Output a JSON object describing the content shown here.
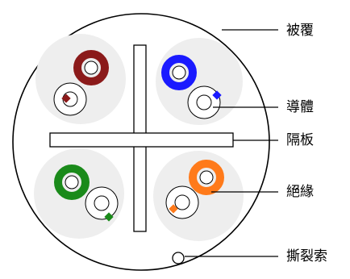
{
  "labels": {
    "jacket": "被覆",
    "conductor": "導體",
    "separator": "隔板",
    "insulation": "絕緣",
    "ripcord": "撕裂索"
  },
  "colors": {
    "brown": "#8b1a1a",
    "blue": "#1a1aff",
    "green": "#1a8a1a",
    "orange": "#ff7a1a"
  }
}
